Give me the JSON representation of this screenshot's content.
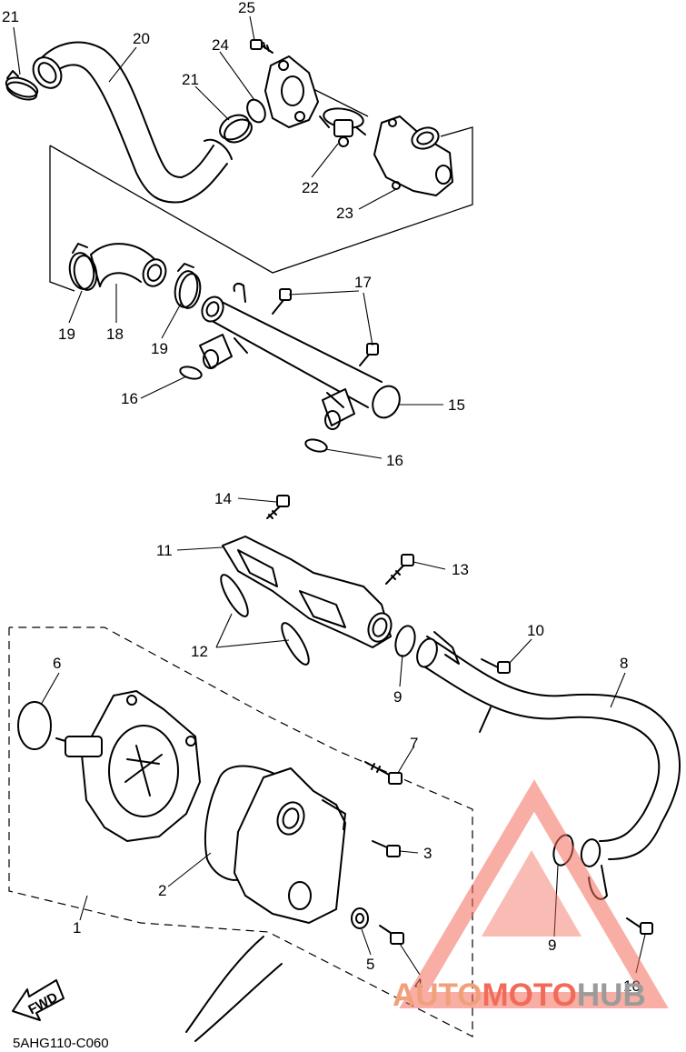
{
  "diagram_code": "5AHG110-C060",
  "fwd_label": "FWD",
  "watermark": {
    "brand_left": "AUTO",
    "brand_mid": "MOTO",
    "brand_right": "HUB",
    "color_light": "#f2a07b",
    "color_mid": "#f26b5a",
    "color_dark": "#9b9b9b"
  },
  "callouts": {
    "c1": "1",
    "c2": "2",
    "c3": "3",
    "c4": "4",
    "c5": "5",
    "c6": "6",
    "c7": "7",
    "c8": "8",
    "c9a": "9",
    "c9b": "9",
    "c10a": "10",
    "c10b": "10",
    "c11": "11",
    "c12": "12",
    "c13": "13",
    "c14": "14",
    "c15": "15",
    "c16a": "16",
    "c16b": "16",
    "c17": "17",
    "c18": "18",
    "c19a": "19",
    "c19b": "19",
    "c20": "20",
    "c21a": "21",
    "c21b": "21",
    "c22": "22",
    "c23": "23",
    "c24": "24",
    "c25": "25"
  }
}
